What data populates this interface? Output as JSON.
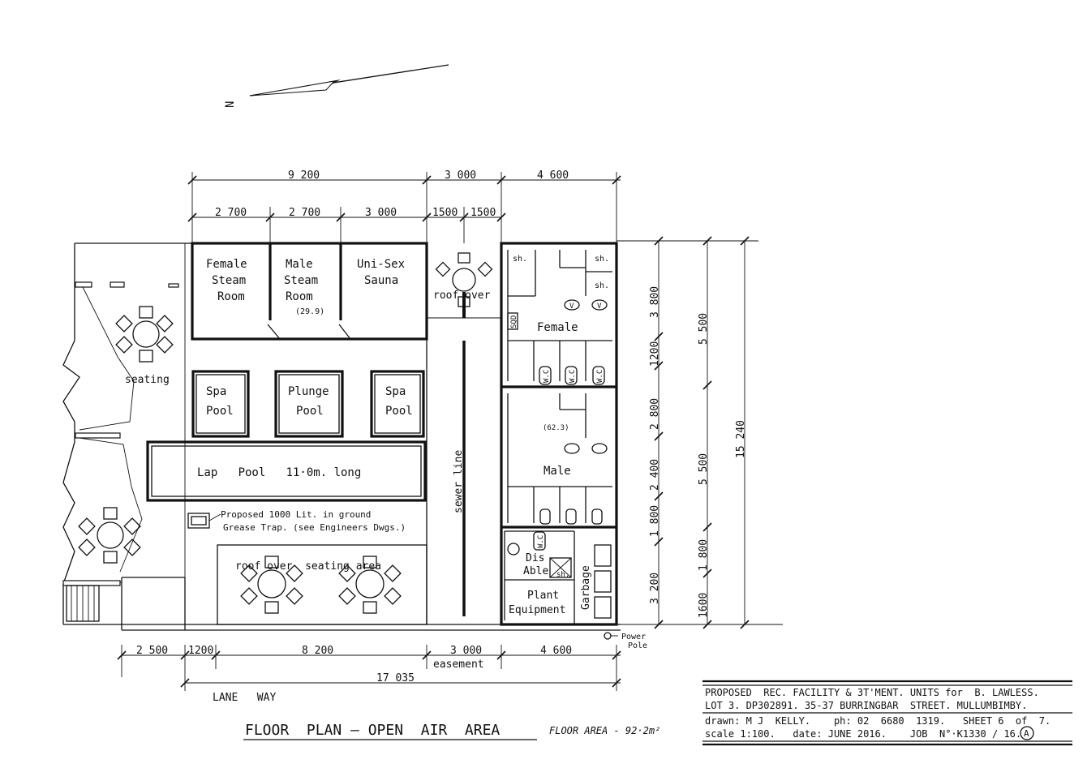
{
  "north": "N",
  "rooms": {
    "female_steam": [
      "Female",
      "Steam",
      "Room"
    ],
    "male_steam": [
      "Male",
      "Steam",
      "Room"
    ],
    "male_steam_area": "(29.9)",
    "sauna": [
      "Uni-Sex",
      "Sauna"
    ],
    "roof_over": "roof over",
    "female": "Female",
    "male": "Male",
    "male_area": "(62.3)",
    "spa_left": [
      "Spa",
      "Pool"
    ],
    "plunge": [
      "Plunge",
      "Pool"
    ],
    "spa_right": [
      "Spa",
      "Pool"
    ],
    "lap_pool": "Lap   Pool   11·0m. long",
    "seating": "seating",
    "grease_trap_1": "Proposed  1000 Lit. in ground",
    "grease_trap_2": "Grease  Trap. (see  Engineers  Dwgs.)",
    "roof_over_seating": "roof over  seating area",
    "dis_able": [
      "Dis",
      "Able"
    ],
    "plant": [
      "Plant",
      "Equipment"
    ],
    "garbage": "Garbage",
    "sewer_line": "sewer line",
    "sh": "sh.",
    "wc": "W.C",
    "v": "V",
    "sqd": "SQD",
    "power_pole": [
      "Power",
      "Pole"
    ],
    "lane_way": "LANE   WAY",
    "easement": "easement"
  },
  "dims_top": {
    "overall_left": "9 200",
    "overall_mid": "3 000",
    "overall_right": "4 600",
    "sub1": "2 700",
    "sub2": "2 700",
    "sub3": "3 000",
    "sub4": "1500",
    "sub5": "1500"
  },
  "dims_right": {
    "a": "3 800",
    "b": "1200",
    "c": "2 800",
    "d": "2 400",
    "e": "1 800",
    "f": "3 200",
    "g1": "5 500",
    "g2": "5 500",
    "g3": "1 800",
    "g4": "1600",
    "total": "15 240"
  },
  "dims_bottom": {
    "a": "2 500",
    "b": "1200",
    "c": "8 200",
    "d": "3 000",
    "e": "4 600",
    "total": "17 035"
  },
  "title_block": {
    "line1": "PROPOSED  REC. FACILITY & 3T'MENT. UNITS for  B. LAWLESS.",
    "line2": "LOT 3. DP302891. 35-37 BURRINGBAR  STREET. MULLUMBIMBY.",
    "line3": "drawn: M J  KELLY.    ph: 02  6680  1319.   SHEET 6  of  7.",
    "line4": "scale 1:100.   date: JUNE 2016.    JOB  N°·K1330 / 16.",
    "rev": "A"
  },
  "title": "FLOOR  PLAN — OPEN  AIR  AREA",
  "floor_area": "FLOOR AREA - 92·2m²"
}
